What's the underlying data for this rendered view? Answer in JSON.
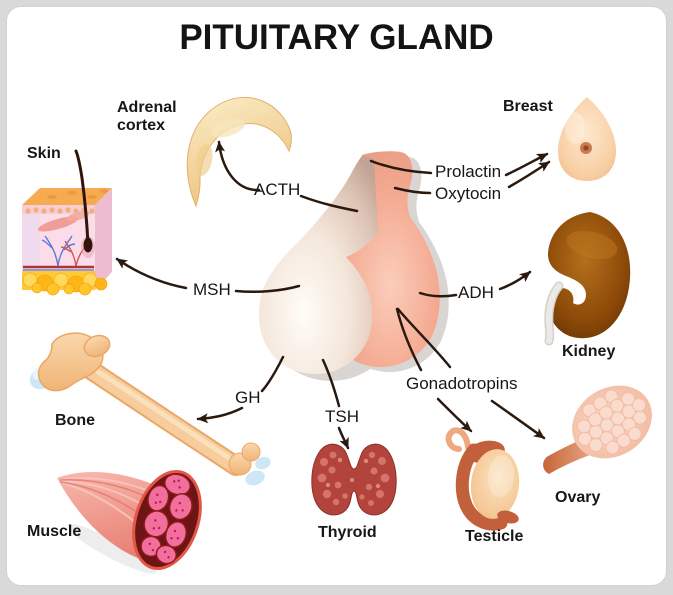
{
  "title": "PITUITARY GLAND",
  "diagram": {
    "subject": "Pituitary gland hormones and their target organs",
    "hormones": {
      "acth": "ACTH",
      "msh": "MSH",
      "gh": "GH",
      "tsh": "TSH",
      "prolactin": "Prolactin",
      "oxytocin": "Oxytocin",
      "adh": "ADH",
      "gonadotropins": "Gonadotropins"
    },
    "organs": {
      "adrenal_cortex": "Adrenal cortex",
      "skin": "Skin",
      "breast": "Breast",
      "kidney": "Kidney",
      "bone": "Bone",
      "muscle": "Muscle",
      "thyroid": "Thyroid",
      "testicle": "Testicle",
      "ovary": "Ovary"
    },
    "connections": [
      {
        "hormone": "ACTH",
        "target": "Adrenal cortex"
      },
      {
        "hormone": "MSH",
        "target": "Skin"
      },
      {
        "hormone": "Prolactin",
        "target": "Breast"
      },
      {
        "hormone": "Oxytocin",
        "target": "Breast"
      },
      {
        "hormone": "ADH",
        "target": "Kidney"
      },
      {
        "hormone": "GH",
        "target": "Bone"
      },
      {
        "hormone": "TSH",
        "target": "Thyroid"
      },
      {
        "hormone": "Gonadotropins",
        "target": "Testicle"
      },
      {
        "hormone": "Gonadotropins",
        "target": "Ovary"
      }
    ],
    "colors": {
      "background": "#d9d9d9",
      "card": "#ffffff",
      "arrow": "#2a190f",
      "text": "#171717",
      "pituitary_posterior_pink": "#f2a48c",
      "pituitary_anterior_cream": "#f3e4d8",
      "adrenal_cortex": "#f3d49c",
      "bone": "#f7c894",
      "cartilage_blue": "#cde7f7",
      "muscle": "#f2948a",
      "thyroid": "#b2443c",
      "kidney": "#8a4509",
      "breast": "#f8cfa4",
      "ovary": "#f5c2ab",
      "testicle": "#f4c795",
      "skin_fat_yellow": "#ffca35"
    }
  }
}
